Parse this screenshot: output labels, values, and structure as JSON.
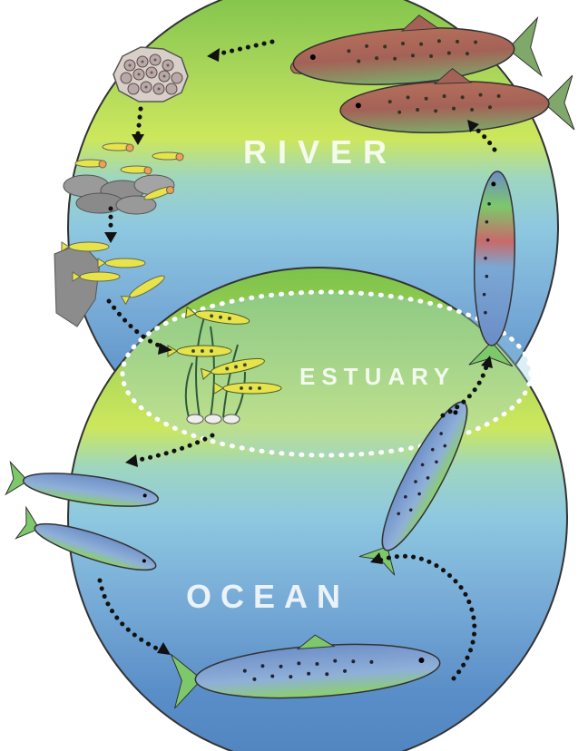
{
  "labels": {
    "river": "RIVER",
    "estuary": "ESTUARY",
    "ocean": "OCEAN"
  },
  "colors": {
    "river_top": "#7cc24a",
    "river_mid": "#c6e05a",
    "estuary": "#8ec8e0",
    "ocean": "#5a8ec8",
    "outline": "#222222",
    "arrow": "#111111",
    "fry": "#e8e84a",
    "adult_body": "#a86b5e",
    "ocean_fish_body": "#6a8fc8",
    "ocean_fish_belly": "#78c86a"
  }
}
